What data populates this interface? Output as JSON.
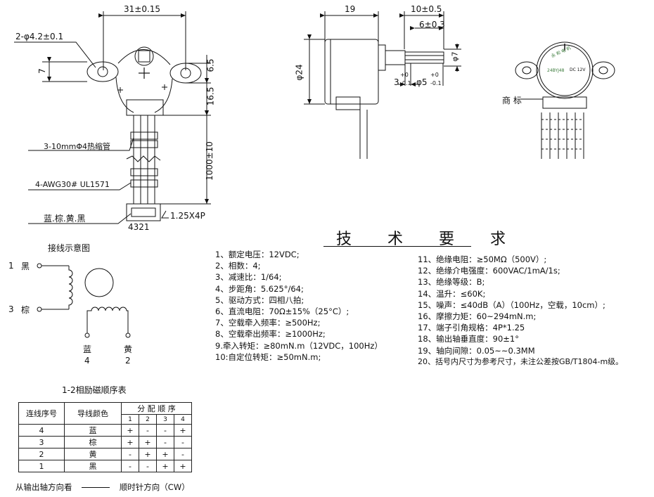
{
  "front_view": {
    "dim_width": "31±0.15",
    "hole_label": "2-φ4.2±0.1",
    "dim_7": "7",
    "dim_65": "6.5",
    "dim_165": "16.5",
    "dim_1000": "1000±10",
    "heatshrink_label": "3-10mmΦ4热缩管",
    "wire_label": "4-AWG30# UL1571",
    "color_label": "蓝.棕.黄.黑",
    "connector_label": "1.25X4P",
    "pin_label": "4321"
  },
  "side_view": {
    "dim_19": "19",
    "dim_10": "10±0.5",
    "dim_6": "6±0.3",
    "dim_d24": "φ24",
    "dim_d7": "φ7",
    "dim_3": "3",
    "tol_3_top": "+0",
    "tol_3_bot": "-0.1",
    "dim_5": "φ5",
    "tol_5_top": "+0",
    "tol_5_bot": "-0.1",
    "label_mark": "商 标",
    "label_dc": "DC 12V"
  },
  "wiring": {
    "title": "接线示意图",
    "w1_num": "1",
    "w1_color": "黑",
    "w3_num": "3",
    "w3_color": "棕",
    "w4_color": "蓝",
    "w4_num": "4",
    "w2_color": "黄",
    "w2_num": "2"
  },
  "specs": {
    "title": "技 术 要 求",
    "left": [
      "1、额定电压：12VDC;",
      "2、相数：4;",
      "3、减速比：1/64;",
      "4、步距角：5.625°/64;",
      "5、驱动方式：四相八拍;",
      "6、直流电阻：70Ω±15%（25°C）;",
      "7、空载牵入频率：≥500Hz;",
      "8、空载牵出频率：≥1000Hz;",
      "9.牵入转矩：≥80mN.m（12VDC，100Hz）",
      "10:自定位转矩：≥50mN.m;"
    ],
    "right": [
      "11、绝缘电阻：≥50MΩ（500V）;",
      "12、绝缘介电强度：600VAC/1mA/1s;",
      "13、绝缘等级：B;",
      "14、温升：≤60K;",
      "15、噪声：≤40dB（A）（100Hz，空载，10cm）;",
      "16、摩擦力矩：60~294mN.m;",
      "17、端子引角规格：4P*1.25",
      "18、输出轴垂直度：90±1°",
      "19、轴向间隙：0.05~~0.3MM",
      "20、括号内尺寸为参考尺寸，未注公差按GB/T1804-m级。"
    ]
  },
  "sequence_table": {
    "title": "1-2相励磁顺序表",
    "col_seq": "连线序号",
    "col_color": "导线颜色",
    "col_dist": "分 配 顺 序",
    "steps": [
      "1",
      "2",
      "3",
      "4"
    ],
    "rows": [
      {
        "seq": "4",
        "color": "蓝",
        "cells": [
          "+",
          "-",
          "-",
          "+"
        ]
      },
      {
        "seq": "3",
        "color": "棕",
        "cells": [
          "+",
          "+",
          "-",
          "-"
        ]
      },
      {
        "seq": "2",
        "color": "黄",
        "cells": [
          "-",
          "+",
          "+",
          "-"
        ]
      },
      {
        "seq": "1",
        "color": "黑",
        "cells": [
          "-",
          "-",
          "+",
          "+"
        ]
      }
    ],
    "footnote_left": "从输出轴方向看",
    "footnote_right": "顺时针方向（CW）"
  }
}
